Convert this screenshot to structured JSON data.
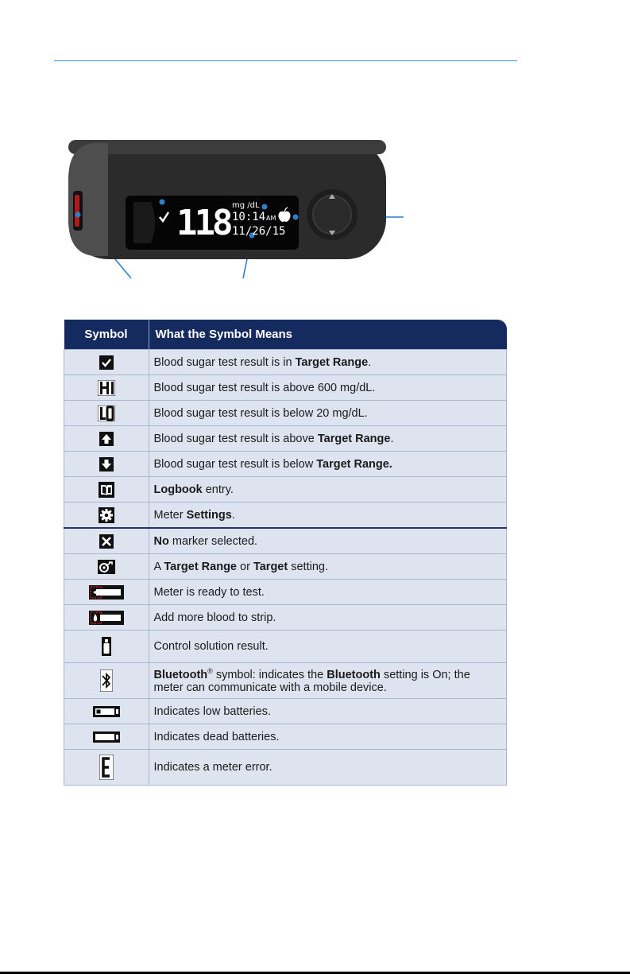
{
  "meter": {
    "reading": "118",
    "unit": "mg /dL",
    "time": "10:14",
    "ampm": "AM",
    "date": "11/26/15"
  },
  "table": {
    "header_symbol": "Symbol",
    "header_meaning": "What the Symbol Means",
    "rows": [
      {
        "icon": "checkmark-icon",
        "parts": [
          {
            "t": "Blood sugar test result is in "
          },
          {
            "t": "Target Range",
            "b": true
          },
          {
            "t": "."
          }
        ]
      },
      {
        "icon": "hi-icon",
        "parts": [
          {
            "t": "Blood sugar test result is above 600 mg/dL."
          }
        ]
      },
      {
        "icon": "lo-icon",
        "parts": [
          {
            "t": "Blood sugar test result is below 20 mg/dL."
          }
        ]
      },
      {
        "icon": "arrow-up-icon",
        "parts": [
          {
            "t": "Blood sugar test result is above "
          },
          {
            "t": "Target Range",
            "b": true
          },
          {
            "t": "."
          }
        ]
      },
      {
        "icon": "arrow-down-icon",
        "parts": [
          {
            "t": "Blood sugar test result is below "
          },
          {
            "t": "Target Range.",
            "b": true
          }
        ]
      },
      {
        "icon": "logbook-icon",
        "parts": [
          {
            "t": "Logbook",
            "b": true
          },
          {
            "t": " entry."
          }
        ]
      },
      {
        "icon": "gear-icon",
        "parts": [
          {
            "t": "Meter "
          },
          {
            "t": "Settings",
            "b": true
          },
          {
            "t": "."
          }
        ]
      },
      {
        "icon": "x-marker-icon",
        "parts": [
          {
            "t": "No",
            "b": true
          },
          {
            "t": " marker selected."
          }
        ]
      },
      {
        "icon": "target-icon",
        "parts": [
          {
            "t": "A "
          },
          {
            "t": "Target Range",
            "b": true
          },
          {
            "t": " or "
          },
          {
            "t": "Target",
            "b": true
          },
          {
            "t": " setting."
          }
        ]
      },
      {
        "icon": "strip-ready-icon",
        "parts": [
          {
            "t": "Meter is ready to test."
          }
        ]
      },
      {
        "icon": "strip-blood-icon",
        "parts": [
          {
            "t": "Add more blood to strip."
          }
        ]
      },
      {
        "icon": "control-bottle-icon",
        "parts": [
          {
            "t": "Control solution result."
          }
        ]
      },
      {
        "icon": "bluetooth-icon",
        "parts": [
          {
            "t": "Bluetooth",
            "b": true
          },
          {
            "t": "®",
            "sup": true
          },
          {
            "t": " symbol: indicates the "
          },
          {
            "t": "Bluetooth",
            "b": true
          },
          {
            "t": " setting is On; the meter can communicate with a mobile device."
          }
        ]
      },
      {
        "icon": "battery-low-icon",
        "parts": [
          {
            "t": "Indicates low batteries."
          }
        ]
      },
      {
        "icon": "battery-dead-icon",
        "parts": [
          {
            "t": "Indicates dead batteries."
          }
        ]
      },
      {
        "icon": "error-e-icon",
        "parts": [
          {
            "t": "Indicates a meter error."
          }
        ]
      }
    ]
  }
}
